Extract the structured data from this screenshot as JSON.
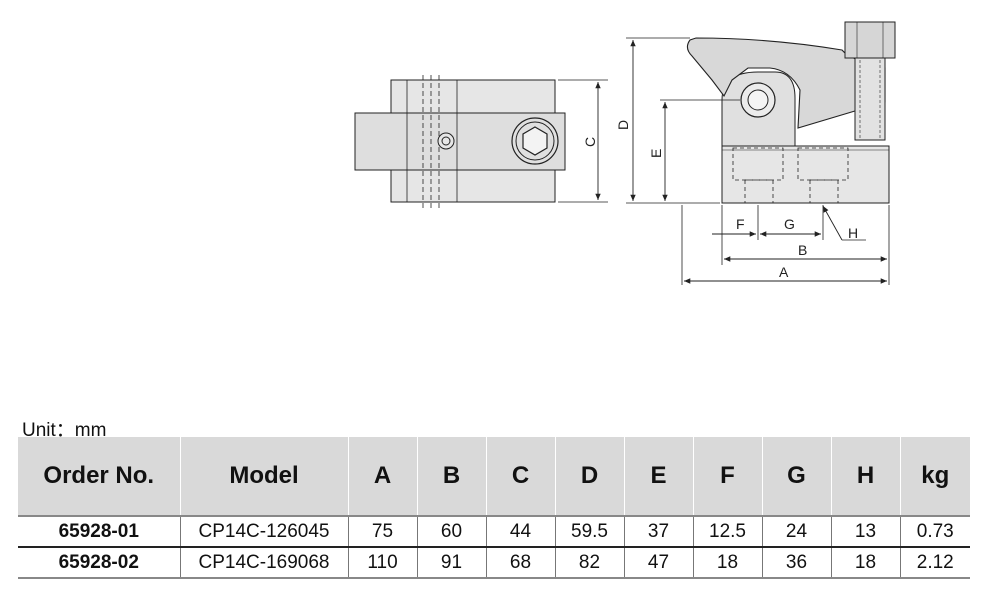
{
  "unit_label": "Unit：mm",
  "drawing": {
    "labels": {
      "A": "A",
      "B": "B",
      "C": "C",
      "D": "D",
      "E": "E",
      "F": "F",
      "G": "G",
      "H": "H"
    },
    "colors": {
      "face": "#e6e6e6",
      "face_dark": "#cfcfcf",
      "line": "#222222"
    }
  },
  "table": {
    "headers": [
      "Order No.",
      "Model",
      "A",
      "B",
      "C",
      "D",
      "E",
      "F",
      "G",
      "H",
      "kg"
    ],
    "rows": [
      [
        "65928-01",
        "CP14C-126045",
        "75",
        "60",
        "44",
        "59.5",
        "37",
        "12.5",
        "24",
        "13",
        "0.73"
      ],
      [
        "65928-02",
        "CP14C-169068",
        "110",
        "91",
        "68",
        "82",
        "47",
        "18",
        "36",
        "18",
        "2.12"
      ]
    ]
  }
}
